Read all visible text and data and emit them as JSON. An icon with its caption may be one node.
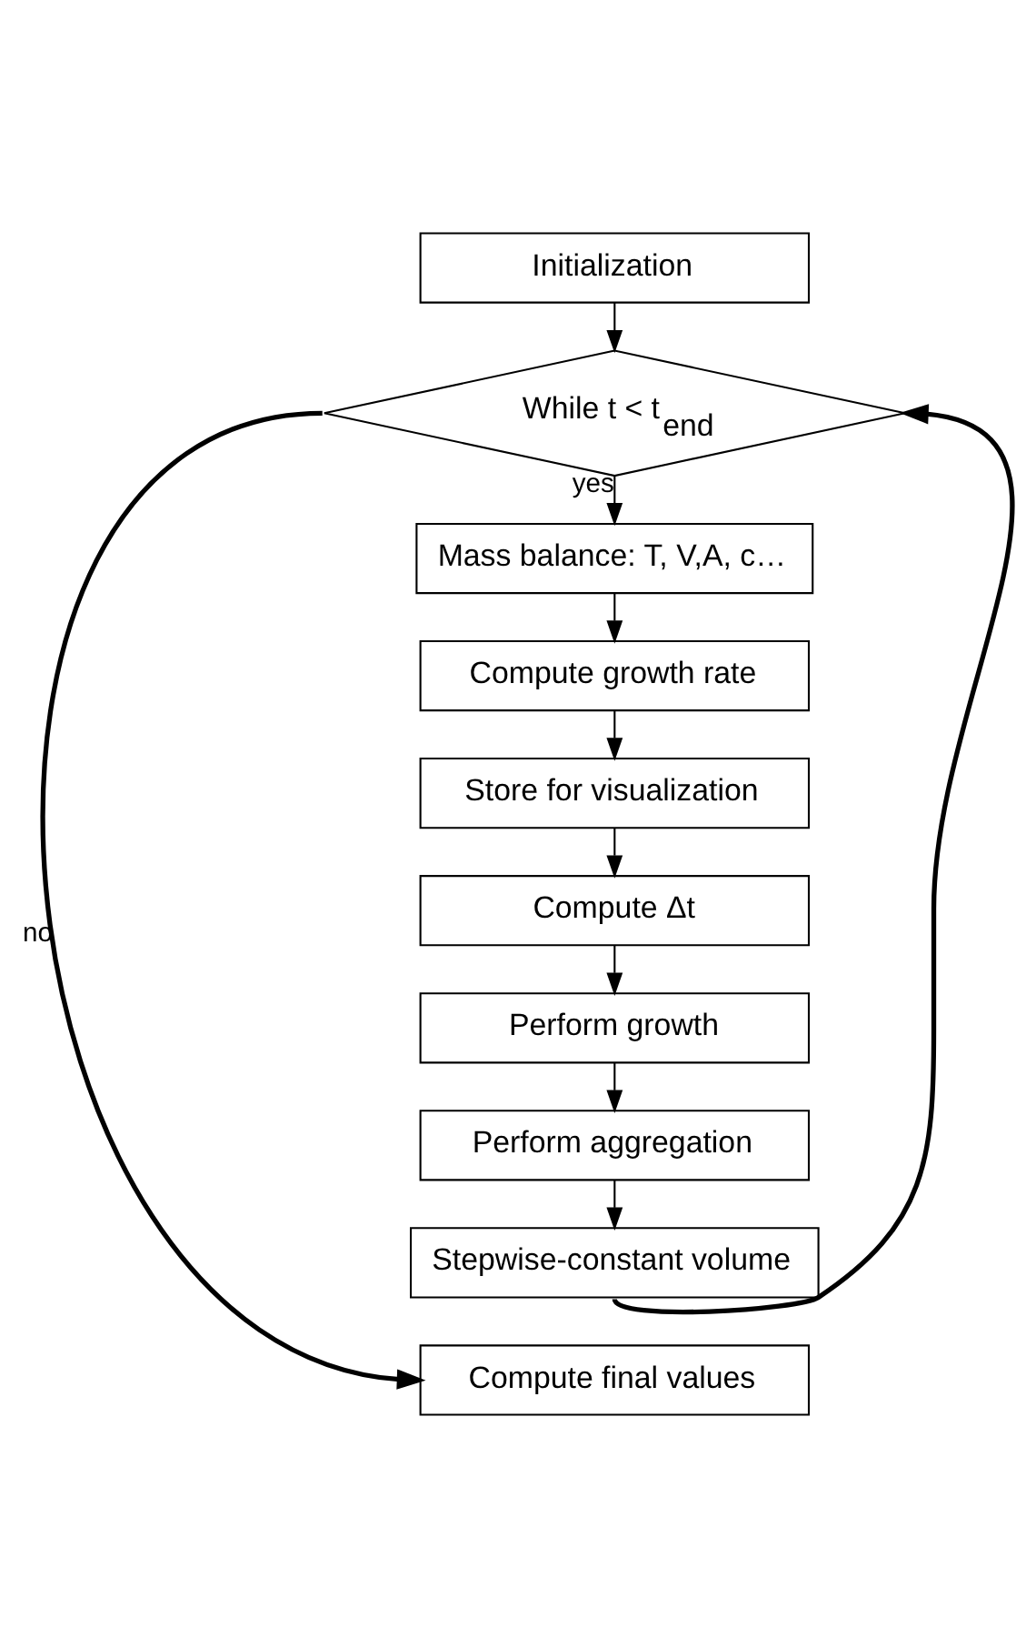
{
  "diagram": {
    "nodes": [
      {
        "text": [
          "Initialization"
        ]
      },
      {
        "text": [
          "While t < t$_{end}$"
        ]
      },
      {
        "text": [
          "Mass balance: T, V,A, c…"
        ]
      },
      {
        "text": [
          "Compute growth rate"
        ]
      },
      {
        "text": [
          "Store for visualization"
        ]
      },
      {
        "text": [
          "Compute Δt"
        ]
      },
      {
        "text": [
          "Perform growth"
        ]
      },
      {
        "text": [
          "Perform aggregation"
        ]
      },
      {
        "text": [
          "Stepwise-constant volume"
        ]
      },
      {
        "text": [
          "Compute final values"
        ]
      }
    ],
    "edges": [
      {
        "from": 0,
        "to": 1,
        "arrow": "to"
      },
      {
        "from": 1,
        "to": 2,
        "arrow": "to",
        "label": "yes"
      },
      {
        "from": 2,
        "to": 3,
        "arrow": "to"
      },
      {
        "from": 3,
        "to": 4,
        "arrow": "to"
      },
      {
        "from": 4,
        "to": 5,
        "arrow": "to"
      },
      {
        "from": 5,
        "to": 6,
        "arrow": "to"
      },
      {
        "from": 6,
        "to": 7,
        "arrow": "to"
      },
      {
        "from": 7,
        "to": 8,
        "arrow": "to"
      },
      {
        "from": 8,
        "to": 1,
        "arrow": "to",
        "style": "thick"
      },
      {
        "from": 1,
        "to": 9,
        "arrow": "to",
        "label": "no",
        "style": "thick"
      }
    ]
  }
}
